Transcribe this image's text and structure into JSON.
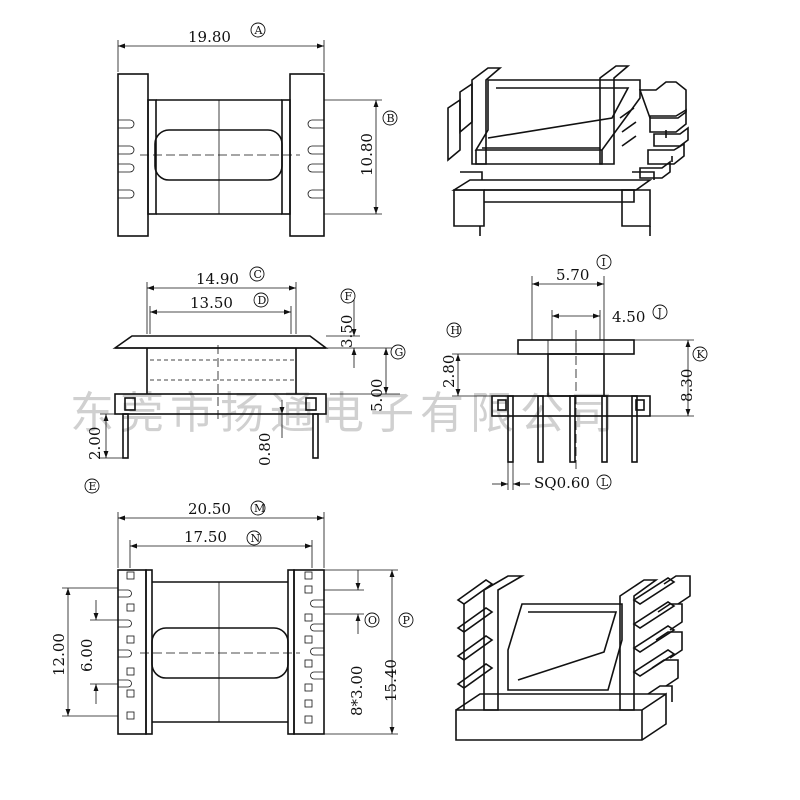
{
  "watermark": "东莞市扬通电子有限公司",
  "dimensions": {
    "A": "19.80",
    "B": "10.80",
    "C": "14.90",
    "D": "13.50",
    "F_top": "3.50",
    "G": "5.00",
    "F_pin": "2.00",
    "pin_offset": "0.80",
    "I": "5.70",
    "J": "4.50",
    "H": "2.80",
    "K": "8.30",
    "L": "SQ0.60",
    "M": "20.50",
    "N": "17.50",
    "height_12": "12.00",
    "height_6": "6.00",
    "O": "8*3.00",
    "P": "15.40"
  },
  "labels": {
    "A": "A",
    "B": "B",
    "C": "C",
    "D": "D",
    "E": "E",
    "F": "F",
    "G": "G",
    "H": "H",
    "I": "I",
    "J": "J",
    "K": "K",
    "L": "L",
    "M": "M",
    "N": "N",
    "O": "O",
    "P": "P"
  }
}
